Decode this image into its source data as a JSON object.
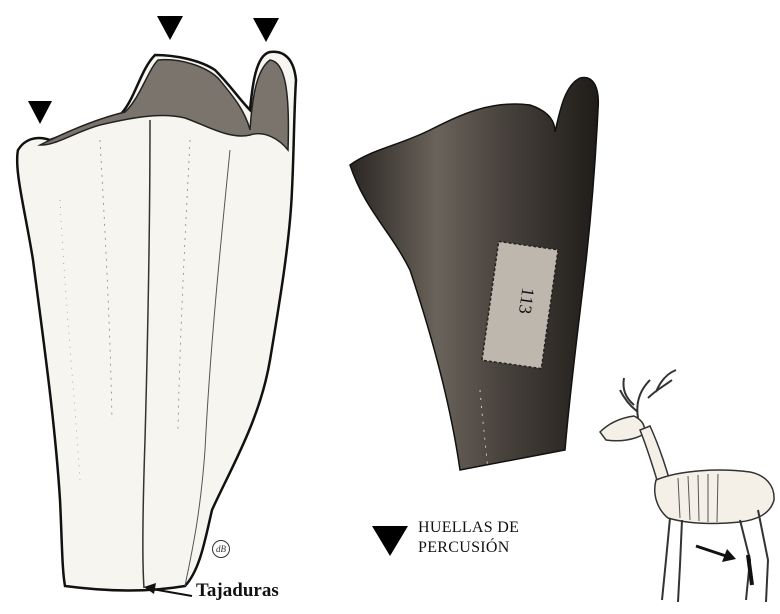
{
  "drawing": {
    "caption": "Tajaduras",
    "signature": "dB"
  },
  "photo": {
    "label_number": "113"
  },
  "legend": {
    "line1": "HUELLAS DE",
    "line2": "PERCUSIÓN"
  },
  "colors": {
    "marker": "#000000",
    "bone_fill": "#f7f5ef",
    "photo_dark": "#3a3531",
    "skeleton_fill": "#f4f0e8"
  },
  "icons": [
    "triangle-marker-icon",
    "arrow-icon",
    "deer-skeleton-icon"
  ]
}
